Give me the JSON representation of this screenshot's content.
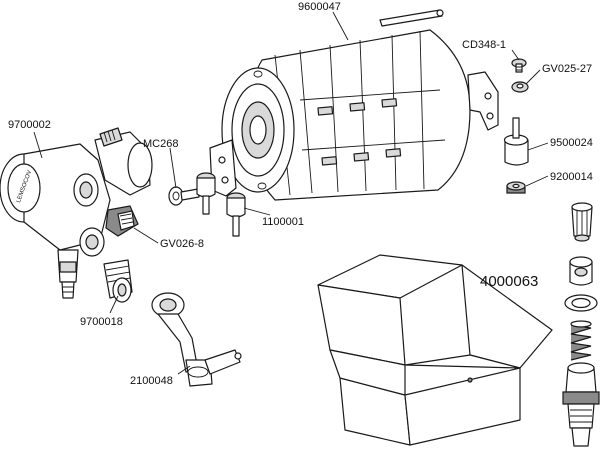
{
  "labels": {
    "motor": "9600047",
    "screw": "CD348-1",
    "nut": "GV025-27",
    "foot": "9500024",
    "foot_nut": "9200014",
    "pump": "9700002",
    "bolt": "MC268",
    "bracket": "1100001",
    "fitting_a": "GV026-8",
    "fitting_b": "9700018",
    "hose": "2100048",
    "box_kit": "4000063"
  },
  "pump_brand": "LEMSOCOV"
}
